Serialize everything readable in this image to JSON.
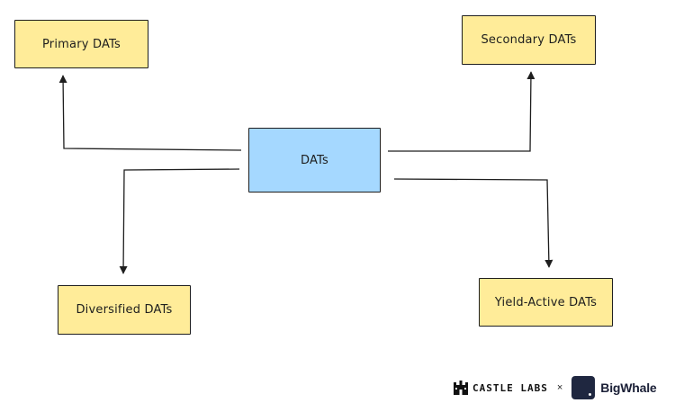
{
  "diagram": {
    "center": {
      "label": "DATs",
      "color": "#a5d8ff"
    },
    "nodes": [
      {
        "id": "primary",
        "label": "Primary DATs"
      },
      {
        "id": "secondary",
        "label": "Secondary DATs"
      },
      {
        "id": "diversified",
        "label": "Diversified DATs"
      },
      {
        "id": "yield",
        "label": "Yield-Active DATs"
      }
    ],
    "leaf_color": "#ffec99",
    "edges": [
      {
        "from": "center",
        "to": "primary"
      },
      {
        "from": "center",
        "to": "secondary"
      },
      {
        "from": "center",
        "to": "diversified"
      },
      {
        "from": "center",
        "to": "yield"
      }
    ]
  },
  "branding": {
    "castle_labs": "CASTLE LABS",
    "separator": "×",
    "big_whale": "BigWhale",
    "castle_icon": "castle-icon",
    "whale_icon": "the-big-whale-logo"
  }
}
